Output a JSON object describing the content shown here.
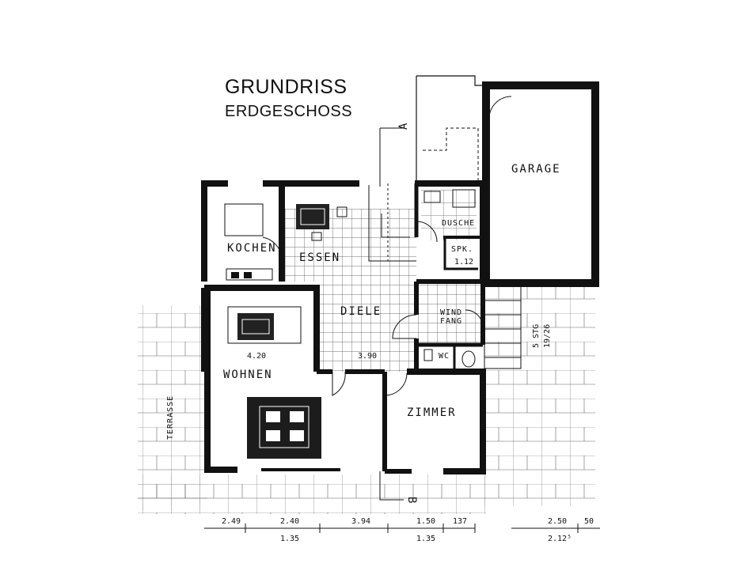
{
  "title": "GRUNDRISS",
  "subtitle": "ERDGESCHOSS",
  "rooms": {
    "garage": "GARAGE",
    "kochen": "KOCHEN",
    "essen": "ESSEN",
    "dusche": "DUSCHE",
    "spk": "SPK.",
    "diele": "DIELE",
    "windfang_1": "WIND",
    "windfang_2": "FANG",
    "wc": "WC",
    "wohnen": "WOHNEN",
    "zimmer": "ZIMMER",
    "terrasse": "TERRASSE"
  },
  "section_marks": {
    "a": "A",
    "b": "B"
  },
  "inner_dims": {
    "wohnen_width": "4.20",
    "diele_width": "3.90",
    "spk_width": "1.12"
  },
  "stairs": {
    "steps": "5 STG",
    "ratio": "19/26"
  },
  "bottom_dims_row1": [
    "2.49",
    "2.40",
    "3.94",
    "1.50",
    "137",
    "2.50",
    "50"
  ],
  "bottom_dims_row2": [
    "1.35",
    "1.35",
    "2.12⁵"
  ]
}
